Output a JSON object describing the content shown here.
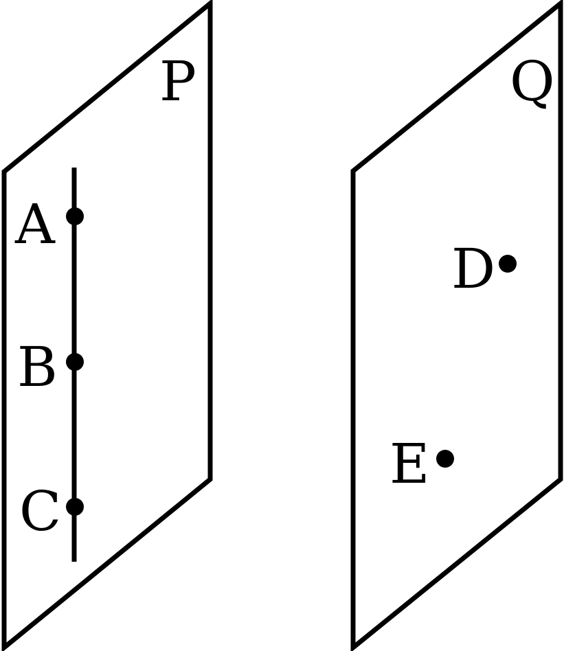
{
  "planes": [
    {
      "name": "P",
      "points": [
        "A",
        "B",
        "C"
      ]
    },
    {
      "name": "Q",
      "points": [
        "D",
        "E"
      ]
    }
  ],
  "colors": {
    "stroke": "#000000",
    "background": "#ffffff"
  }
}
